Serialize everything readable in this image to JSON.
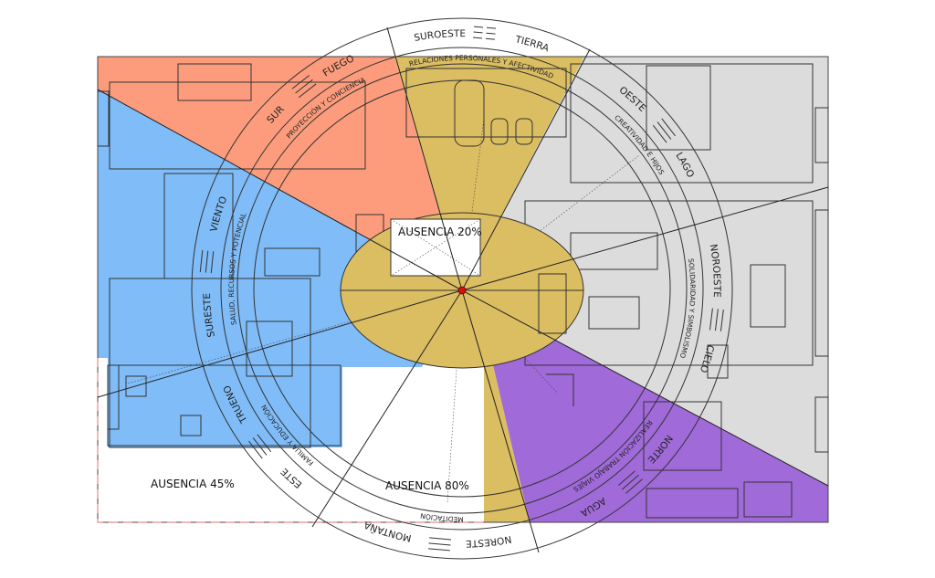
{
  "colors": {
    "fire": "#fc9c7c",
    "wood": "#7fbcf8",
    "earth": "#dbbd62",
    "metal": "#dcdcdc",
    "water": "#a06ad9",
    "center": "#dbbd62",
    "missing_border": "#f08a8a",
    "center_dot": "#d41010"
  },
  "sectors": [
    {
      "direction": "SUROESTE",
      "element": "TIERRA",
      "meaning": "RELACIONES PERSONALES Y AFECTIVIDAD"
    },
    {
      "direction": "SUR",
      "element": "FUEGO",
      "meaning": "PROYECCIÓN Y CONCIENCIA"
    },
    {
      "direction": "OESTE",
      "element": "LAGO",
      "meaning": "CREATIVIDAD E HIJOS"
    },
    {
      "direction": "NOROESTE",
      "element": "CIELO",
      "meaning": "SOLIDARIDAD Y SIMBOLISMO"
    },
    {
      "direction": "NORTE",
      "element": "AGUA",
      "meaning": "REALIZACIÓN TRABAJO VIAJES"
    },
    {
      "direction": "NORESTE",
      "element": "MONTAÑA",
      "meaning": "MEDITACIÓN"
    },
    {
      "direction": "ESTE",
      "element": "TRUENO",
      "meaning": "FAMILIA Y EDUCACIÓN"
    },
    {
      "direction": "SURESTE",
      "element": "VIENTO",
      "meaning": "SALUD, RECURSOS Y POTENCIAL"
    }
  ],
  "absences": {
    "center": "AUSENCIA 20%",
    "bottom_left": "AUSENCIA 45%",
    "bottom_center": "AUSENCIA 80%"
  }
}
